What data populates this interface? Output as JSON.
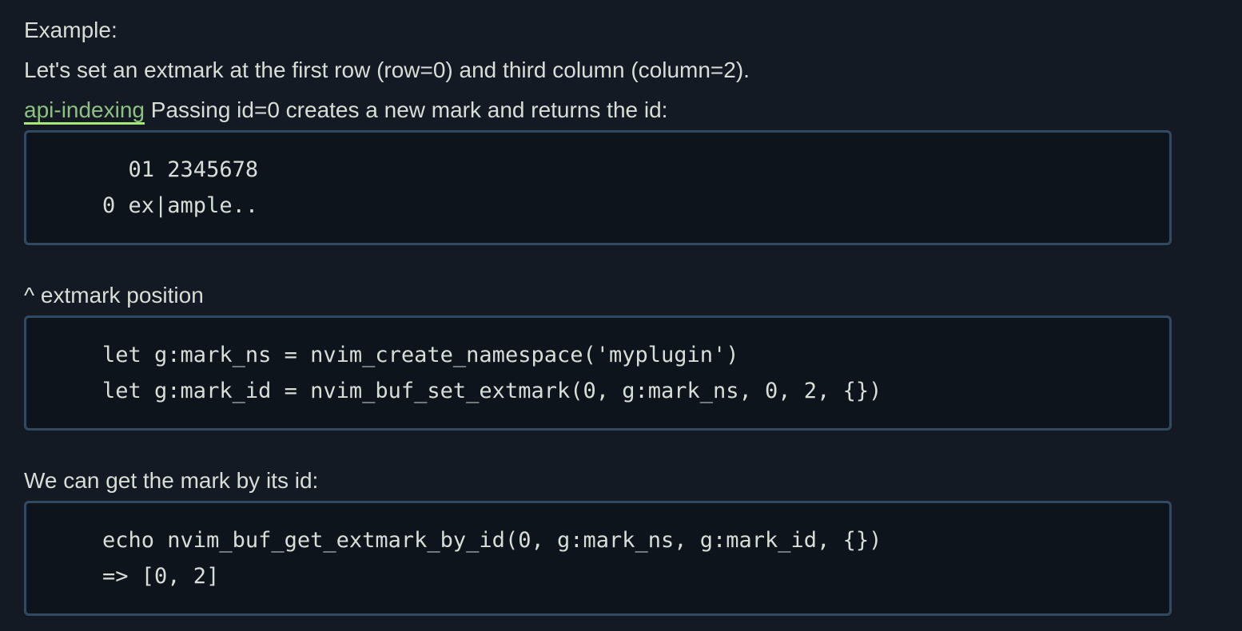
{
  "content": {
    "example_label": "Example:",
    "intro_sentence": "Let's set an extmark at the first row (row=0) and third column (column=2).",
    "link_line": {
      "link_label": "api-indexing",
      "rest": " Passing id=0 creates a new mark and returns the id:"
    },
    "extmark_position_caption": "^ extmark position",
    "get_mark_sentence": "We can get the mark by its id:"
  },
  "code_blocks": [
    {
      "lines": [
        "      01 2345678",
        "    0 ex|ample.."
      ]
    },
    {
      "lines": [
        "    let g:mark_ns = nvim_create_namespace('myplugin')",
        "    let g:mark_id = nvim_buf_set_extmark(0, g:mark_ns, 0, 2, {})"
      ]
    },
    {
      "lines": [
        "    echo nvim_buf_get_extmark_by_id(0, g:mark_ns, g:mark_id, {})",
        "    => [0, 2]"
      ]
    }
  ],
  "colors": {
    "page_background": "#131a23",
    "code_background": "#0e141c",
    "code_border": "#314a61",
    "text": "#d7ded8",
    "link_text": "#8fc083",
    "link_underline": "#a8e874"
  }
}
